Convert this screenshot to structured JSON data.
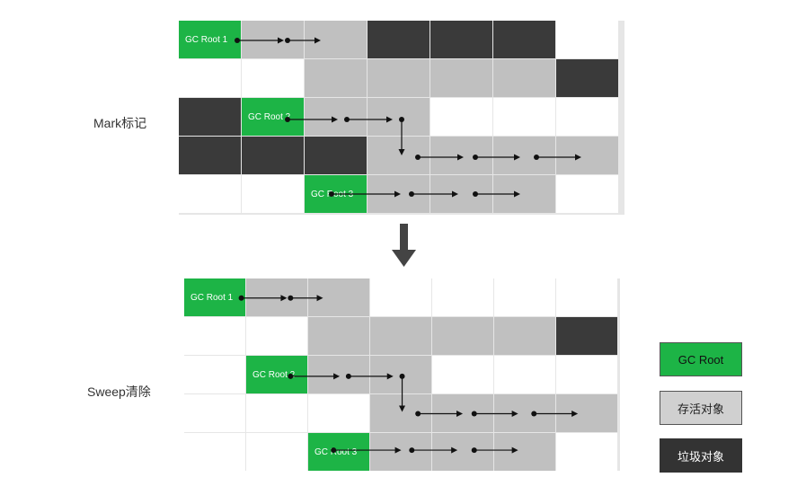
{
  "colors": {
    "gc_root": "#1db446",
    "alive": "#c0c0c0",
    "garbage": "#3a3a3a",
    "free": "#ffffff",
    "arrow": "#111111"
  },
  "mark_phase": {
    "label": "Mark标记",
    "rows": [
      [
        "green",
        "gray",
        "gray",
        "black",
        "black",
        "black",
        "white"
      ],
      [
        "white",
        "white",
        "gray",
        "gray",
        "gray",
        "gray",
        "black"
      ],
      [
        "black",
        "green",
        "gray",
        "gray",
        "white",
        "white",
        "white"
      ],
      [
        "black",
        "black",
        "black",
        "gray",
        "gray",
        "gray",
        "gray"
      ],
      [
        "white",
        "white",
        "green",
        "gray",
        "gray",
        "gray",
        "white"
      ]
    ],
    "roots": [
      {
        "row": 0,
        "col": 0,
        "text": "GC Root 1"
      },
      {
        "row": 2,
        "col": 1,
        "text": "GC Root 2"
      },
      {
        "row": 4,
        "col": 2,
        "text": "GC Root 3"
      }
    ]
  },
  "arrow_icon": "down-arrow-icon",
  "sweep_phase": {
    "label": "Sweep清除",
    "rows": [
      [
        "green",
        "gray",
        "gray",
        "white",
        "white",
        "white",
        "white"
      ],
      [
        "white",
        "white",
        "gray",
        "gray",
        "gray",
        "gray",
        "black"
      ],
      [
        "white",
        "green",
        "gray",
        "gray",
        "white",
        "white",
        "white"
      ],
      [
        "white",
        "white",
        "white",
        "gray",
        "gray",
        "gray",
        "gray"
      ],
      [
        "white",
        "white",
        "green",
        "gray",
        "gray",
        "gray",
        "white"
      ]
    ],
    "roots": [
      {
        "row": 0,
        "col": 0,
        "text": "GC Root 1"
      },
      {
        "row": 2,
        "col": 1,
        "text": "GC Root 2"
      },
      {
        "row": 4,
        "col": 2,
        "text": "GC Root 3"
      }
    ]
  },
  "legend": {
    "gc_root": "GC Root",
    "alive": "存活对象",
    "garbage": "垃圾对象"
  }
}
